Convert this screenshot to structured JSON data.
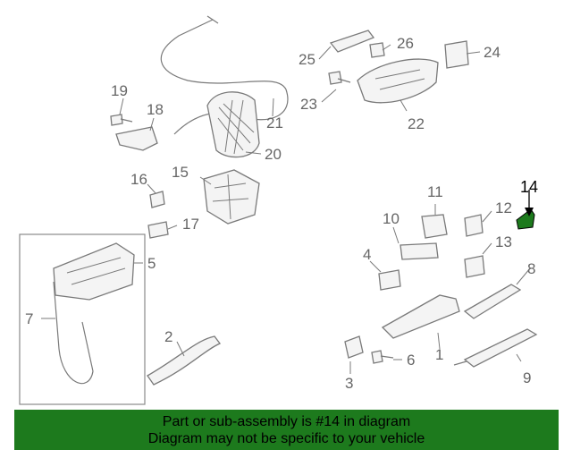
{
  "callouts": {
    "c1": "1",
    "c2": "2",
    "c3": "3",
    "c4": "4",
    "c5": "5",
    "c6": "6",
    "c7": "7",
    "c8": "8",
    "c9": "9",
    "c10": "10",
    "c11": "11",
    "c12": "12",
    "c13": "13",
    "c14": "14",
    "c15": "15",
    "c16": "16",
    "c17": "17",
    "c18": "18",
    "c19": "19",
    "c20": "20",
    "c21": "21",
    "c22": "22",
    "c23": "23",
    "c24": "24",
    "c25": "25",
    "c26": "26"
  },
  "highlight": {
    "color": "#1d7a1d"
  },
  "banner": {
    "line1": "Part or sub-assembly is #14 in diagram",
    "line2": "Diagram may not be specific to your vehicle",
    "color": "#1d7a1d"
  }
}
